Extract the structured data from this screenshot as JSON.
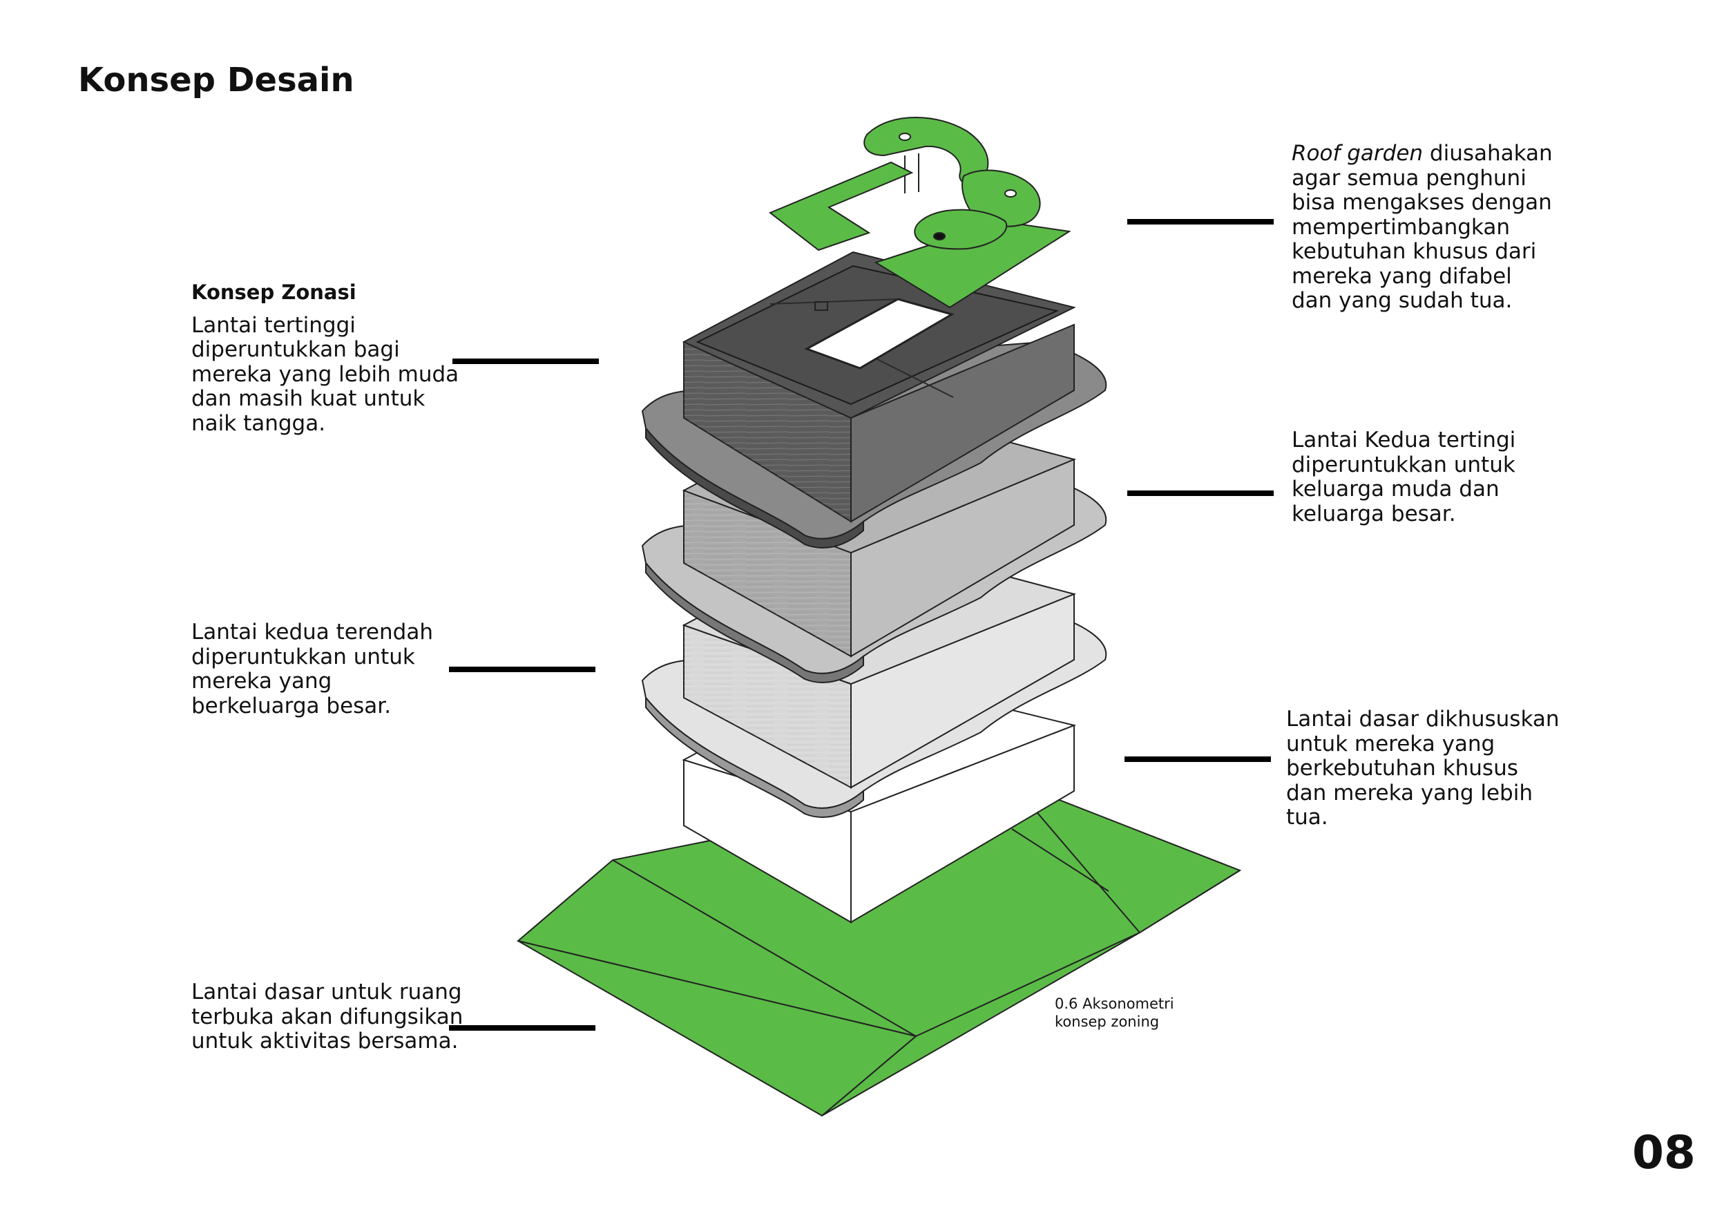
{
  "page": {
    "title": "Konsep Desain",
    "page_number": "08"
  },
  "left_notes": {
    "zonasi_heading": "Konsep Zonasi",
    "top_floor": [
      "Lantai tertinggi",
      "diperuntukkan bagi",
      "mereka yang lebih muda",
      "dan masih kuat untuk",
      "naik tangga."
    ],
    "second_lowest": [
      "Lantai kedua terendah",
      "diperuntukkan untuk",
      "mereka yang",
      "berkeluarga besar."
    ],
    "ground_open": [
      "Lantai dasar untuk ruang",
      "terbuka akan difungsikan",
      "untuk aktivitas bersama."
    ]
  },
  "right_notes": {
    "roof_garden_italic": "Roof garden",
    "roof_garden": [
      "diusahakan",
      "agar semua penghuni",
      "bisa mengakses dengan",
      "mempertimbangkan",
      "kebutuhan khusus dari",
      "mereka yang difabel",
      "dan yang sudah tua."
    ],
    "second_highest": [
      "Lantai Kedua tertingi",
      "diperuntukkan untuk",
      "keluarga muda dan",
      "keluarga besar."
    ],
    "ground_floor": [
      "Lantai dasar dikhususkan",
      "untuk mereka yang",
      "berkebutuhan khusus",
      "dan mereka yang lebih",
      "tua."
    ]
  },
  "caption": [
    "0.6 Aksonometri",
    "konsep zoning"
  ],
  "colors": {
    "green": "#5bbb47",
    "dark_gray": "#5c5c5c",
    "mid_gray": "#a9a9a9",
    "light_gray": "#d8d8d8",
    "white": "#ffffff"
  }
}
